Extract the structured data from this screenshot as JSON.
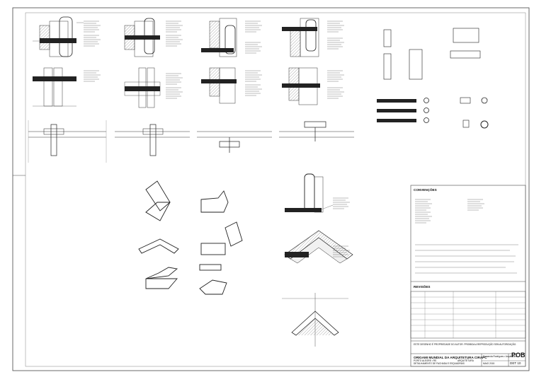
{
  "sheet": {
    "notes_heading": "CONVENÇÕES",
    "revisions_heading": "REVISÕES",
    "project_title": "ORIGAMI MUNDIAL DA ARQUITETURA CIRAPC",
    "location": "PORTO ALEGRE • RS",
    "drawing_title": "DETALHAMENTO DE FACHADA E ESQUADRIAS",
    "discipline": "ARQUITETURA",
    "brand": "POB",
    "author": "Fernanda Rodrigues • Arquitetura",
    "date": "MAIO 2015",
    "sheet_number": "DET 10",
    "footer_note": "ESTE DESENHO É PROPRIEDADE DO AUTOR. PROIBIDA A REPRODUÇÃO SEM AUTORIZAÇÃO."
  },
  "colors": {
    "line": "#2a2a2a",
    "heavy": "#111111",
    "hatch": "#8a8a8a",
    "fill": "#b9b9b9",
    "frame": "#444444"
  }
}
